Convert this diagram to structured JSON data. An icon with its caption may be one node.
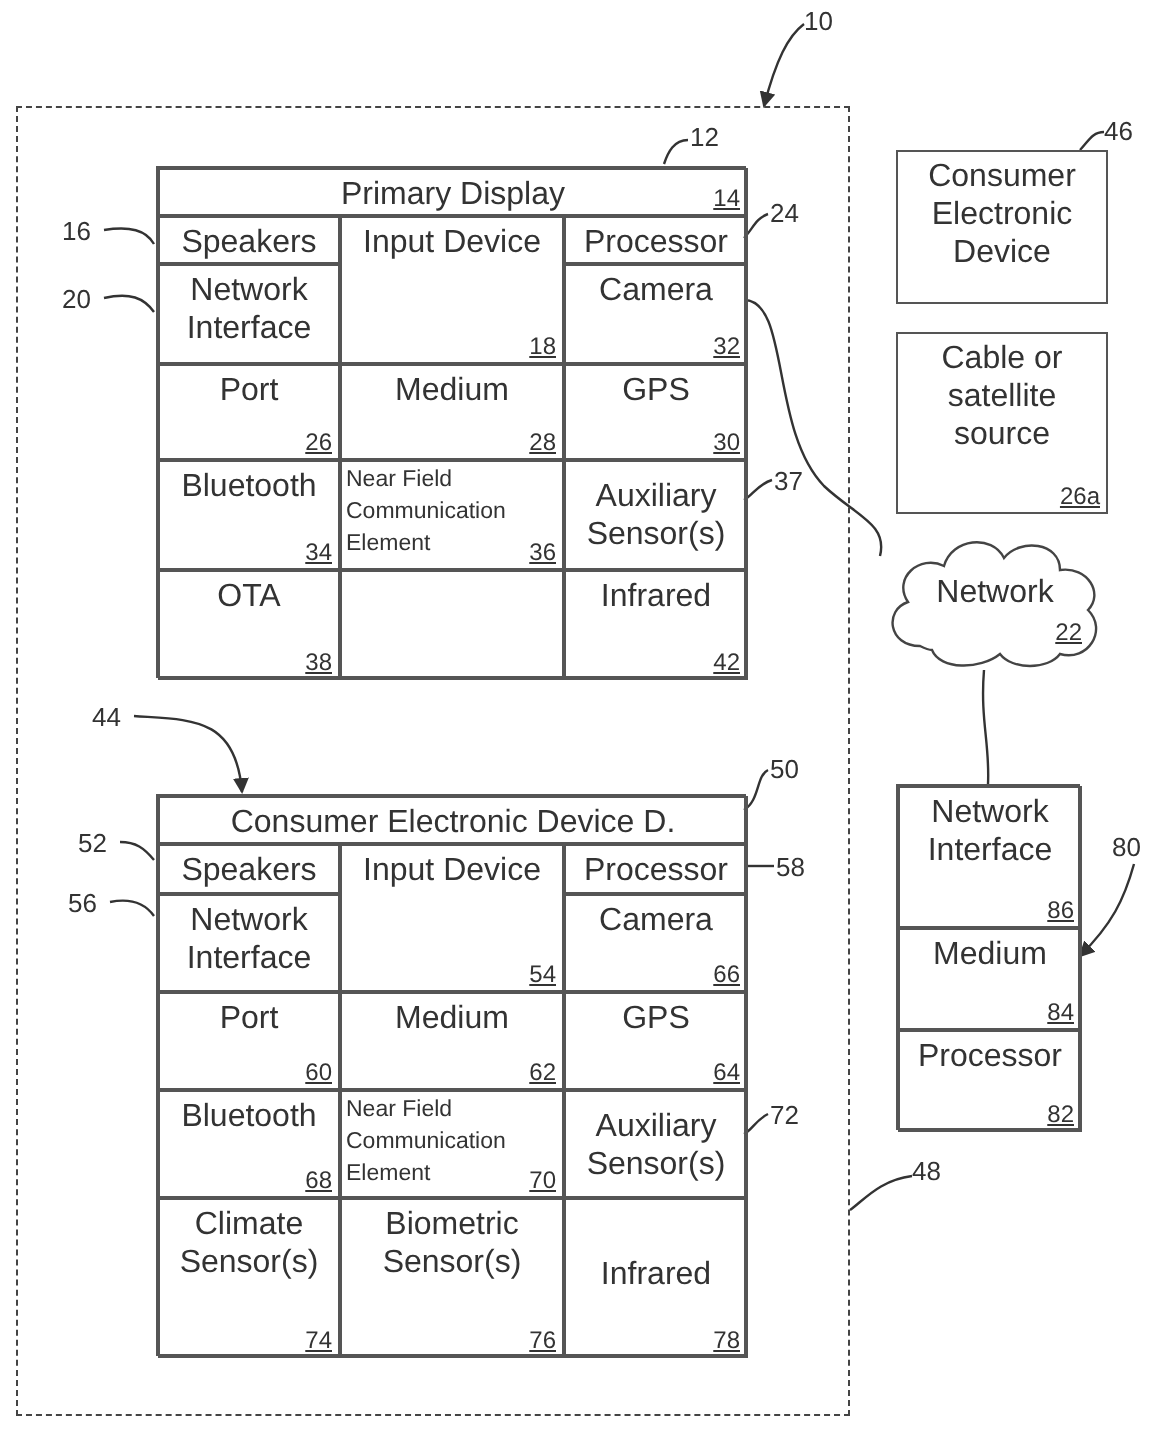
{
  "diagram": {
    "nodes": [
      {
        "text": [],
        "shape": "box"
      },
      {
        "text": [],
        "shape": "box",
        "in": 0
      },
      {
        "text": [
          "Primary Display",
          "14"
        ],
        "in": 1
      },
      {
        "text": [
          "Speakers"
        ],
        "in": 1
      },
      {
        "text": [
          "Input Device",
          "18"
        ],
        "in": 1
      },
      {
        "text": [
          "Processor"
        ],
        "in": 1
      },
      {
        "text": [
          "Network Interface"
        ],
        "in": 1
      },
      {
        "text": [
          "Camera",
          "32"
        ],
        "in": 1
      },
      {
        "text": [
          "Port",
          "26"
        ],
        "in": 1
      },
      {
        "text": [
          "Medium",
          "28"
        ],
        "in": 1
      },
      {
        "text": [
          "GPS",
          "30"
        ],
        "in": 1
      },
      {
        "text": [
          "Bluetooth",
          "34"
        ],
        "in": 1
      },
      {
        "text": [
          "Near Field Communication Element",
          "36"
        ],
        "in": 1
      },
      {
        "text": [
          "Auxiliary Sensor(s)"
        ],
        "in": 1
      },
      {
        "text": [
          "OTA",
          "38"
        ],
        "in": 1
      },
      {
        "text": [],
        "shape": "box",
        "in": 1
      },
      {
        "text": [
          "Infrared",
          "42"
        ],
        "in": 1
      },
      {
        "text": [],
        "shape": "box",
        "in": 0
      },
      {
        "text": [
          "Consumer Electronic Device D."
        ],
        "in": 17
      },
      {
        "text": [
          "Speakers"
        ],
        "in": 17
      },
      {
        "text": [
          "Input Device",
          "54"
        ],
        "in": 17
      },
      {
        "text": [
          "Processor"
        ],
        "in": 17
      },
      {
        "text": [
          "Network Interface"
        ],
        "in": 17
      },
      {
        "text": [
          "Camera",
          "66"
        ],
        "in": 17
      },
      {
        "text": [
          "Port",
          "60"
        ],
        "in": 17
      },
      {
        "text": [
          "Medium",
          "62"
        ],
        "in": 17
      },
      {
        "text": [
          "GPS",
          "64"
        ],
        "in": 17
      },
      {
        "text": [
          "Bluetooth",
          "68"
        ],
        "in": 17
      },
      {
        "text": [
          "Near Field Communication Element",
          "70"
        ],
        "in": 17
      },
      {
        "text": [
          "Auxiliary Sensor(s)"
        ],
        "in": 17
      },
      {
        "text": [
          "Climate Sensor(s)",
          "74"
        ],
        "in": 17
      },
      {
        "text": [
          "Biometric Sensor(s)",
          "76"
        ],
        "in": 17
      },
      {
        "text": [
          "Infrared",
          "78"
        ],
        "in": 17
      },
      {
        "text": [
          "Consumer Electronic Device"
        ]
      },
      {
        "text": [
          "Cable or satellite source",
          "26a"
        ]
      },
      {
        "text": [
          "Network",
          "22"
        ]
      },
      {
        "text": [],
        "shape": "box"
      },
      {
        "text": [
          "Network Interface",
          "86"
        ],
        "in": 36
      },
      {
        "text": [
          "Medium",
          "84"
        ],
        "in": 36
      },
      {
        "text": [
          "Processor",
          "82"
        ],
        "in": 36
      },
      {
        "text": [
          "10"
        ]
      },
      {
        "text": [
          "12"
        ],
        "in": 0
      },
      {
        "text": [
          "16"
        ],
        "in": 0
      },
      {
        "text": [
          "20"
        ],
        "in": 0
      },
      {
        "text": [
          "24"
        ],
        "in": 0
      },
      {
        "text": [
          "37"
        ],
        "in": 0
      },
      {
        "text": [
          "46"
        ]
      },
      {
        "text": [
          "44"
        ],
        "in": 0
      },
      {
        "text": [
          "50"
        ],
        "in": 0
      },
      {
        "text": [
          "52"
        ],
        "in": 0
      },
      {
        "text": [
          "56"
        ],
        "in": 0
      },
      {
        "text": [
          "58"
        ],
        "in": 0
      },
      {
        "text": [
          "72"
        ],
        "in": 0
      },
      {
        "text": [
          "48"
        ]
      },
      {
        "text": [
          "80"
        ]
      }
    ],
    "edges": [
      {
        "from": 7,
        "to": 35,
        "arrow": "none"
      },
      {
        "from": 35,
        "to": 36,
        "arrow": "none"
      },
      {
        "from": 40,
        "to": 0,
        "arrow": "to"
      },
      {
        "from": 41,
        "to": 1,
        "arrow": "none"
      },
      {
        "from": 42,
        "to": 3,
        "arrow": "none"
      },
      {
        "from": 43,
        "to": 6,
        "arrow": "none"
      },
      {
        "from": 44,
        "to": 5,
        "arrow": "none"
      },
      {
        "from": 45,
        "to": 13,
        "arrow": "none"
      },
      {
        "from": 46,
        "to": 33,
        "arrow": "none"
      },
      {
        "from": 47,
        "to": 17,
        "arrow": "to"
      },
      {
        "from": 48,
        "to": 18,
        "arrow": "none"
      },
      {
        "from": 49,
        "to": 19,
        "arrow": "none"
      },
      {
        "from": 50,
        "to": 22,
        "arrow": "none"
      },
      {
        "from": 51,
        "to": 21,
        "arrow": "none"
      },
      {
        "from": 52,
        "to": 29,
        "arrow": "none"
      },
      {
        "from": 53,
        "to": 0,
        "arrow": "none"
      },
      {
        "from": 54,
        "to": 36,
        "arrow": "to"
      }
    ]
  }
}
